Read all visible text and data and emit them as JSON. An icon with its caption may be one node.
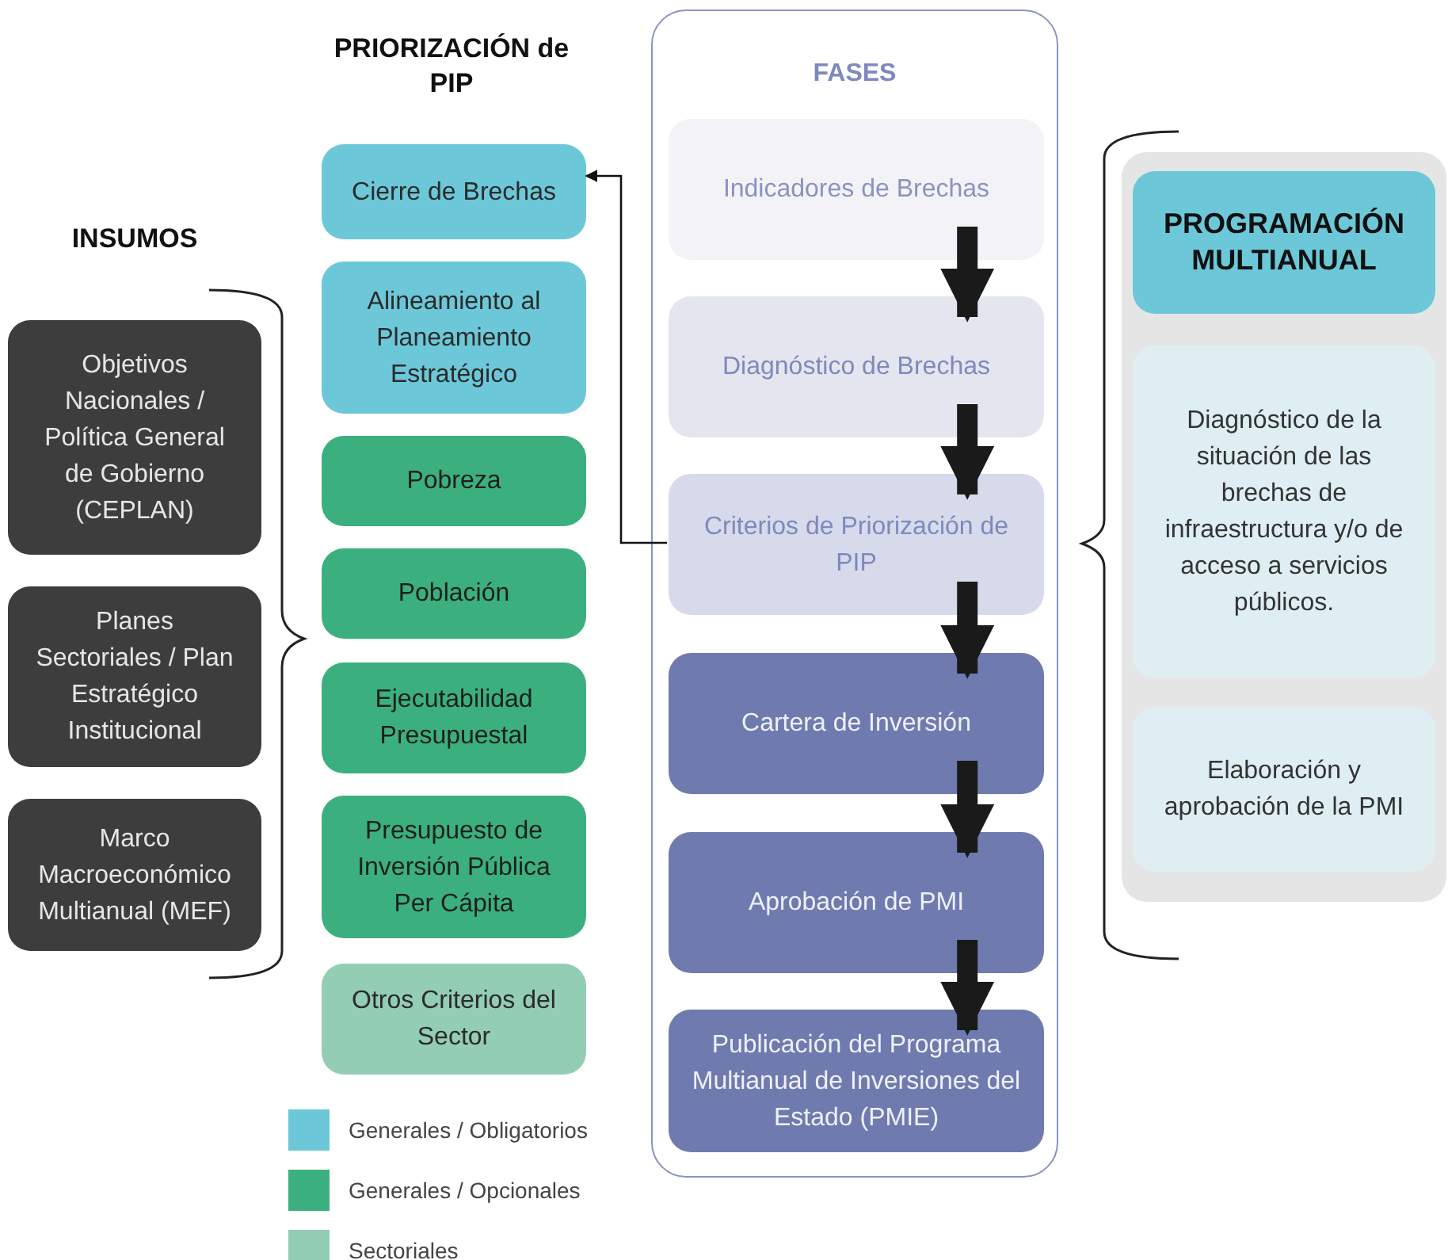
{
  "diagram": {
    "nodes": [
      {
        "text": [
          "Objetivos Nacionales / Política General de Gobierno (CEPLAN)"
        ]
      },
      {
        "text": [
          "Planes Sectoriales / Plan Estratégico Institucional"
        ]
      },
      {
        "text": [
          "Marco Macroeconómico Multianual (MEF)"
        ]
      },
      {
        "text": [
          "Cierre de Brechas"
        ]
      },
      {
        "text": [
          "Alineamiento al Planeamiento Estratégico"
        ]
      },
      {
        "text": [
          "Pobreza"
        ]
      },
      {
        "text": [
          "Población"
        ]
      },
      {
        "text": [
          "Ejecutabilidad Presupuestal"
        ]
      },
      {
        "text": [
          "Presupuesto de Inversión Pública Per Cápita"
        ]
      },
      {
        "text": [
          "Otros Criterios del Sector"
        ]
      },
      {
        "text": [
          "FASES"
        ]
      },
      {
        "text": [
          "Indicadores de Brechas"
        ],
        "in": 10
      },
      {
        "text": [
          "Diagnóstico de Brechas"
        ],
        "in": 10
      },
      {
        "text": [
          "Criterios de Priorización de PIP"
        ],
        "in": 10
      },
      {
        "text": [
          "Cartera de Inversión"
        ],
        "in": 10
      },
      {
        "text": [
          "Aprobación de PMI"
        ],
        "in": 10
      },
      {
        "text": [
          "Publicación del Programa Multianual de Inversiones del Estado (PMIE)"
        ],
        "in": 10
      },
      {
        "text": [],
        "shape": "box"
      },
      {
        "text": [
          "PROGRAMACIÓN MULTIANUAL"
        ],
        "in": 17
      },
      {
        "text": [
          "Diagnóstico de la situación de las brechas de infraestructura y/o de acceso a servicios públicos."
        ],
        "in": 17
      },
      {
        "text": [
          "Elaboración y aprobación de la PMI"
        ],
        "in": 17
      }
    ],
    "edges": [
      {
        "from": 13,
        "to": 3,
        "arrow": "to"
      },
      {
        "from": 11,
        "to": 12,
        "arrow": "to"
      },
      {
        "from": 12,
        "to": 13,
        "arrow": "to"
      },
      {
        "from": 13,
        "to": 14,
        "arrow": "to"
      },
      {
        "from": 14,
        "to": 15,
        "arrow": "to"
      },
      {
        "from": 15,
        "to": 16,
        "arrow": "to"
      }
    ],
    "labels": [
      "PRIORIZACIÓN de PIP",
      "INSUMOS"
    ],
    "legend": [
      {
        "text": "Generales / Obligatorios",
        "color": "#6cc8d8"
      },
      {
        "text": "Generales / Opcionales",
        "color": "#3bb07e"
      },
      {
        "text": "Sectoriales",
        "color": "#93cdb4"
      }
    ]
  }
}
